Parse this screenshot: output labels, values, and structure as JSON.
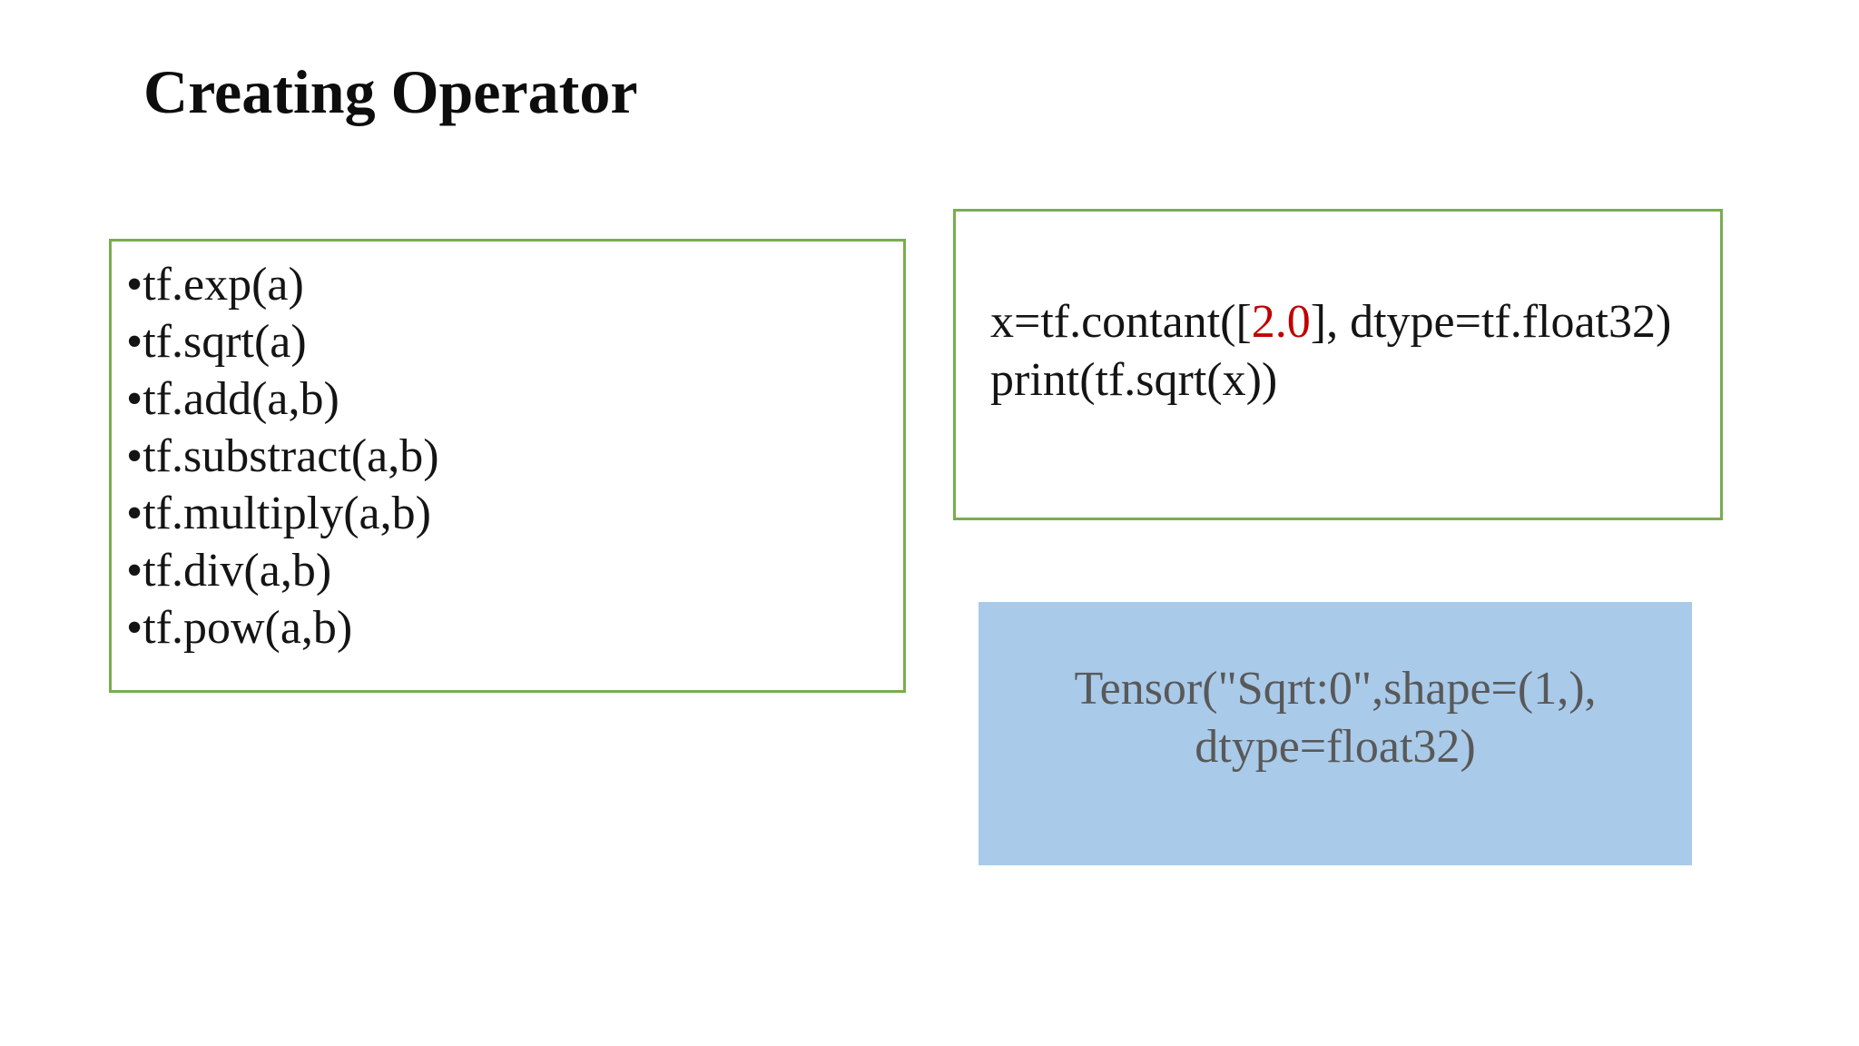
{
  "slide": {
    "title": "Creating Operator",
    "colors": {
      "box_border_green": "#79ad4f",
      "output_box_fill_blue": "#a9cae9",
      "output_text_gray": "#595959",
      "highlight_red": "#c00000",
      "body_text_black": "#141414"
    },
    "operators_box": {
      "bullet": "•",
      "items": [
        "tf.exp(a)",
        "tf.sqrt(a)",
        "tf.add(a,b)",
        "tf.substract(a,b)",
        "tf.multiply(a,b)",
        "tf.div(a,b)",
        "tf.pow(a,b)"
      ]
    },
    "code_box": {
      "line1_before": "x=tf.contant([",
      "line1_value": "2.0",
      "line1_after": "], dtype=tf.float32)",
      "line2": "print(tf.sqrt(x))"
    },
    "output_box": {
      "line1": "Tensor(\"Sqrt:0\",shape=(1,),",
      "line2": "dtype=float32)"
    }
  }
}
